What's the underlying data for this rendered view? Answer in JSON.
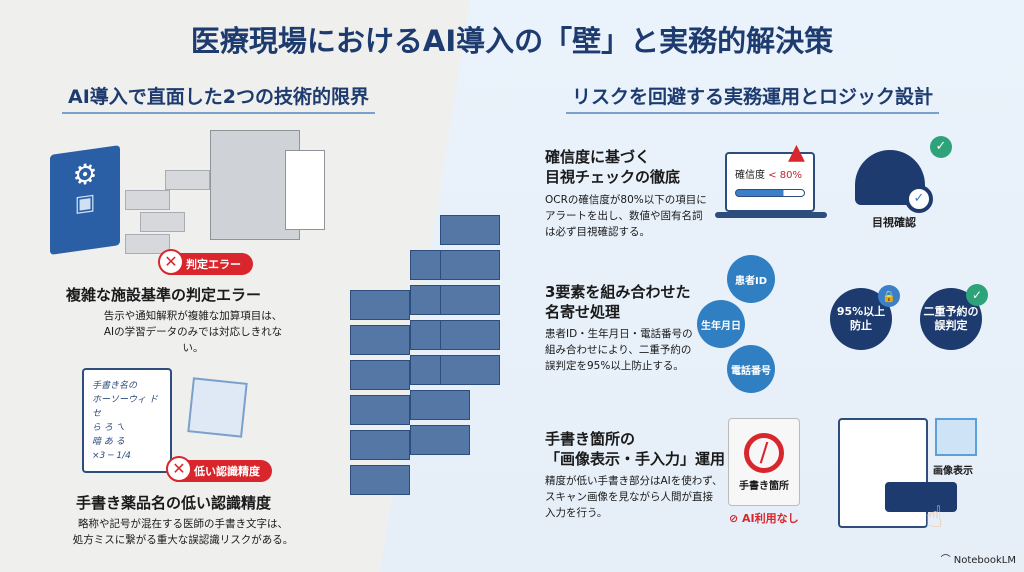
{
  "title": "医療現場におけるAI導入の「壁」と実務的解決策",
  "left": {
    "subtitle": "AI導入で直面した2つの技術的限界",
    "items": [
      {
        "badge": "判定エラー",
        "heading": "複雑な施設基準の判定エラー",
        "body": [
          "告示や通知解釈が複雑な加算項目は、",
          "AIの学習データのみでは対応しきれない。"
        ]
      },
      {
        "badge": "低い認識精度",
        "heading": "手書き薬品名の低い認識精度",
        "body": [
          "略称や記号が混在する医師の手書き文字は、",
          "処方ミスに繋がる重大な誤認識リスクがある。"
        ]
      }
    ],
    "handwriting": [
      "手書き名の",
      "ホーソーウィ ドセ",
      "ら ろ ㄟ",
      "暗 あ る",
      "×3 ─ 1/4"
    ]
  },
  "right": {
    "subtitle": "リスクを回避する実務運用とロジック設計",
    "items": [
      {
        "heading": [
          "確信度に基づく",
          "目視チェックの徹底"
        ],
        "body": [
          "OCRの確信度が80%以下の項目に",
          "アラートを出し、数値や固有名詞",
          "は必ず目視確認する。"
        ],
        "screen_label": "確信度",
        "screen_threshold": "< 80%",
        "icon_label": "目視確認"
      },
      {
        "heading": [
          "3要素を組み合わせた",
          "名寄せ処理"
        ],
        "body": [
          "患者ID・生年月日・電話番号の",
          "組み合わせにより、二重予約の",
          "誤判定を95%以上防止する。"
        ],
        "elements": [
          "患者ID",
          "生年月日",
          "電話番号"
        ],
        "result1": [
          "95%以上",
          "防止"
        ],
        "result2": [
          "二重予約の",
          "誤判定"
        ]
      },
      {
        "heading": [
          "手書き箇所の",
          "「画像表示・手入力」運用"
        ],
        "body": [
          "精度が低い手書き部分はAIを使わず、",
          "スキャン画像を見ながら人間が直接",
          "入力を行う。"
        ],
        "doc_label": "手書き箇所",
        "no_ai": "AI利用なし",
        "image_label": "画像表示"
      }
    ]
  },
  "footer": "NotebookLM"
}
